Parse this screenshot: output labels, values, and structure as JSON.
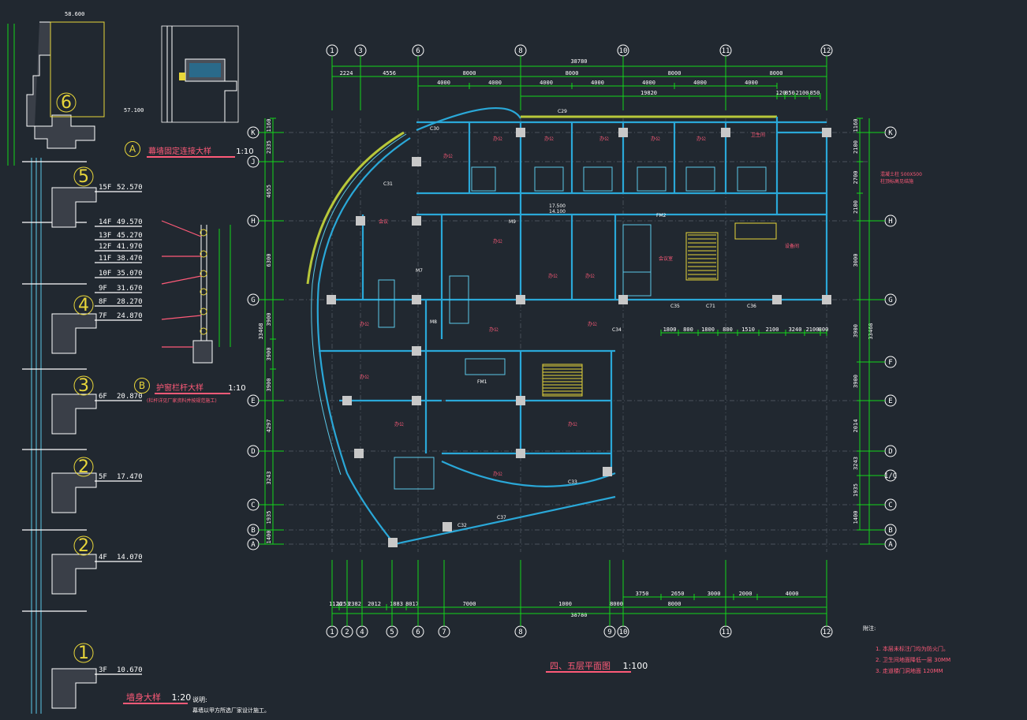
{
  "drawing": {
    "main_title": "四、五层平面图",
    "main_scale": "1:100",
    "wall_title": "墙身大样",
    "wall_scale": "1:20",
    "wall_note_head": "说明:",
    "wall_note": "幕墙以甲方所选厂家设计施工。",
    "detail_a_title": "幕墙固定连接大样",
    "detail_a_scale": "1:10",
    "detail_a_mark": "A",
    "detail_b_title": "护窗栏杆大样",
    "detail_b_scale": "1:10",
    "detail_b_mark": "B",
    "detail_b_sub": "(栏杆详见厂家资料并按规范施工)",
    "notes_head": "附注:",
    "notes": [
      "1. 本层未标注门均为防火门。",
      "2. 卫生间地面降低一层  30MM",
      "3. 走道楼门洞地面  120MM"
    ]
  },
  "axes": {
    "top": [
      "1",
      "3",
      "6",
      "8",
      "10",
      "11",
      "12"
    ],
    "bottom": [
      "1",
      "2",
      "4",
      "5",
      "6",
      "7",
      "8",
      "9",
      "10",
      "11",
      "12"
    ],
    "left": [
      "K",
      "J",
      "H",
      "G",
      "E",
      "D",
      "C",
      "B",
      "A"
    ],
    "right": [
      "K",
      "H",
      "G",
      "F",
      "E",
      "D",
      "1/C",
      "C",
      "B",
      "A"
    ]
  },
  "dims": {
    "top_total": "38780",
    "top_row2": [
      "2224",
      "4556",
      "8000",
      "8000",
      "8000",
      "8000"
    ],
    "top_row3": [
      "4000",
      "4000",
      "4000",
      "4000",
      "4000",
      "4000",
      "4000"
    ],
    "top_row4": [
      "19820",
      "120",
      "850",
      "2100",
      "850"
    ],
    "bottom_total": "38780",
    "bottom_row1": [
      "1126",
      "1250",
      "2382",
      "2012",
      "1883",
      "8017",
      "7000",
      "1000",
      "8000",
      "8000"
    ],
    "bottom_row2": [
      "3750",
      "2650",
      "3000",
      "2000",
      "4000"
    ],
    "left_total": "33468",
    "left_row": [
      "1160",
      "2335",
      "4655",
      "6300",
      "3900",
      "3900",
      "3900",
      "4297",
      "3243",
      "1935",
      "1400"
    ],
    "right_total": "33468",
    "right_row": [
      "1160",
      "2100",
      "2700",
      "2100",
      "3000",
      "3900",
      "3900",
      "2014",
      "3243",
      "1935",
      "1400"
    ],
    "right_note": "混凝土柱 500X500",
    "right_note2": "柱顶标高见结施",
    "inner_row": [
      "1800",
      "800",
      "1800",
      "800",
      "1510",
      "2100",
      "3240",
      "2100",
      "800"
    ]
  },
  "levels": [
    {
      "floor": "15F",
      "elev": "52.570"
    },
    {
      "floor": "14F",
      "elev": "49.570"
    },
    {
      "floor": "13F",
      "elev": "45.270"
    },
    {
      "floor": "12F",
      "elev": "41.970"
    },
    {
      "floor": "11F",
      "elev": "38.470"
    },
    {
      "floor": "10F",
      "elev": "35.070"
    },
    {
      "floor": "9F",
      "elev": "31.670"
    },
    {
      "floor": "8F",
      "elev": "28.270"
    },
    {
      "floor": "7F",
      "elev": "24.870"
    },
    {
      "floor": "6F",
      "elev": "20.870"
    },
    {
      "floor": "5F",
      "elev": "17.470"
    },
    {
      "floor": "4F",
      "elev": "14.070"
    },
    {
      "floor": "3F",
      "elev": "10.670"
    }
  ],
  "detail_refs": [
    "6",
    "5",
    "4",
    "3",
    "2",
    "2",
    "1"
  ],
  "roof_elev": "57.100",
  "top_elev": "58.600",
  "room_labels": [
    "会议",
    "办公",
    "办公",
    "办公",
    "办公",
    "办公",
    "办公",
    "卫生间",
    "办公",
    "办公",
    "办公",
    "办公",
    "办公",
    "办公",
    "办公",
    "办公",
    "办公",
    "办公",
    "会议室",
    "设备间"
  ],
  "tags": [
    "C29",
    "C30",
    "C31",
    "C32",
    "C33",
    "C34",
    "C35",
    "C36",
    "C37",
    "C71",
    "M7",
    "M8",
    "M9",
    "FM2",
    "FM1",
    "17.500",
    "14.100"
  ],
  "colors": {
    "background": "#212830",
    "dims": "#12d61a",
    "walls": "#2aa8d8",
    "labels": "#ff5a78",
    "callouts": "#e8d63a",
    "grid": "#5a606a"
  }
}
